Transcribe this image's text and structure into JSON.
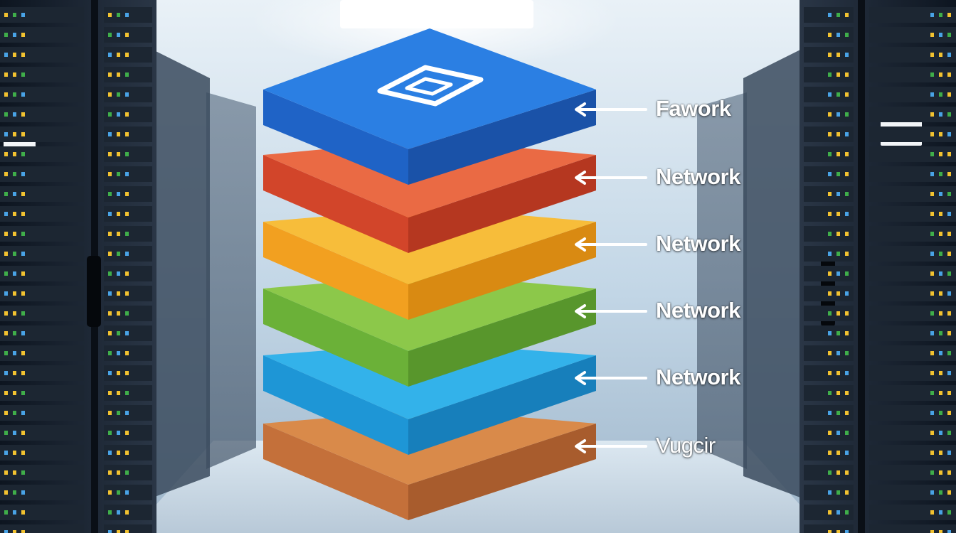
{
  "layers": [
    {
      "label": "Fawork",
      "top": "#2b7fe3",
      "front": "#1f63c6",
      "side": "#1a52a8",
      "has_icon": true,
      "thin": false
    },
    {
      "label": "Network",
      "top": "#ea6a44",
      "front": "#d2452a",
      "side": "#b53720",
      "has_icon": false,
      "thin": false
    },
    {
      "label": "Network",
      "top": "#f7bd3a",
      "front": "#f2a020",
      "side": "#d98a12",
      "has_icon": false,
      "thin": false
    },
    {
      "label": "Network",
      "top": "#8cc84a",
      "front": "#6bb138",
      "side": "#58962c",
      "has_icon": false,
      "thin": false
    },
    {
      "label": "Network",
      "top": "#33b2ea",
      "front": "#1e96d6",
      "side": "#177fbb",
      "has_icon": false,
      "thin": false
    },
    {
      "label": "Vugcir",
      "top": "#d98a4a",
      "front": "#c4703a",
      "side": "#a85c2d",
      "has_icon": false,
      "thin": true
    }
  ],
  "top_layer_icon": "window-icon"
}
